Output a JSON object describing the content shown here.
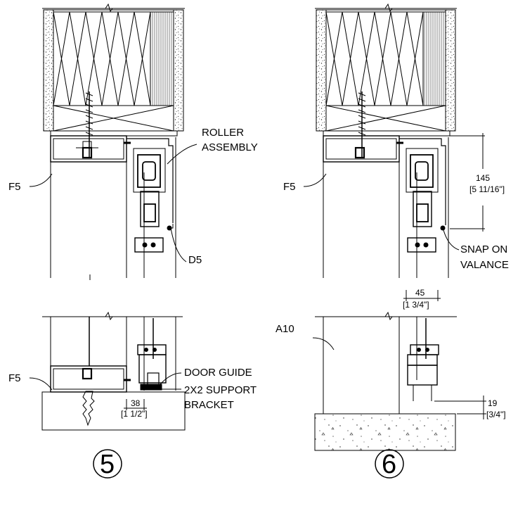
{
  "detail_5": {
    "number": "5",
    "labels": {
      "roller_assembly_1": "ROLLER",
      "roller_assembly_2": "ASSEMBLY",
      "f5_top": "F5",
      "d5": "D5",
      "f5_bottom": "F5",
      "door_guide": "DOOR GUIDE",
      "support_bracket_1": "2X2 SUPPORT",
      "support_bracket_2": "BRACKET"
    },
    "dimensions": {
      "guide_mm": "38",
      "guide_in": "[1 1/2\"]"
    }
  },
  "detail_6": {
    "number": "6",
    "labels": {
      "f5": "F5",
      "a10": "A10",
      "snap_on_valance_1": "SNAP ON",
      "snap_on_valance_2": "VALANCE"
    },
    "dimensions": {
      "header_mm": "145",
      "header_in": "[5 11/16\"]",
      "width_mm": "45",
      "width_in": "[1 3/4\"]",
      "gap_mm": "19",
      "gap_in": "[3/4\"]"
    }
  }
}
